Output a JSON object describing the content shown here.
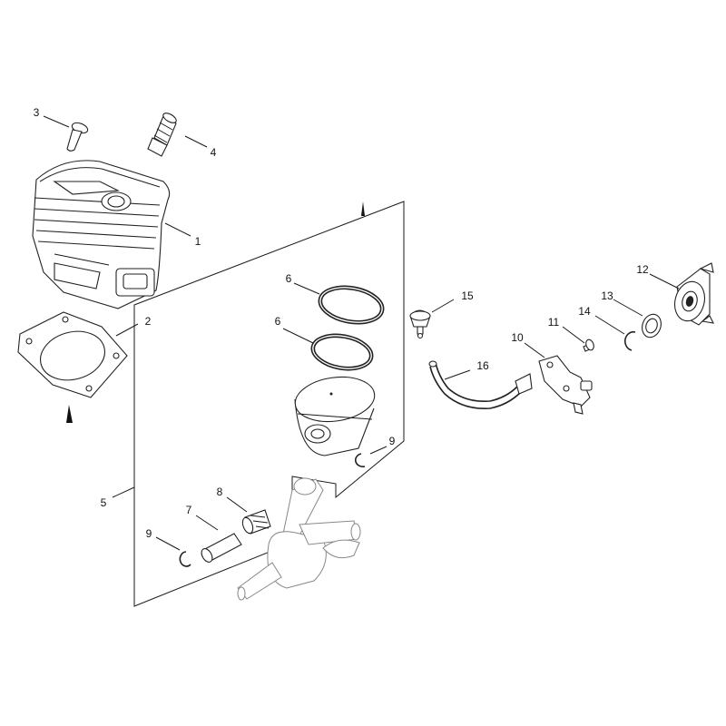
{
  "labels": {
    "p1": "1",
    "p2": "2",
    "p3": "3",
    "p4": "4",
    "p5": "5",
    "p6a": "6",
    "p6b": "6",
    "p7": "7",
    "p8": "8",
    "p9a": "9",
    "p9b": "9",
    "p10": "10",
    "p11": "11",
    "p12": "12",
    "p13": "13",
    "p14": "14",
    "p15": "15",
    "p16": "16"
  }
}
